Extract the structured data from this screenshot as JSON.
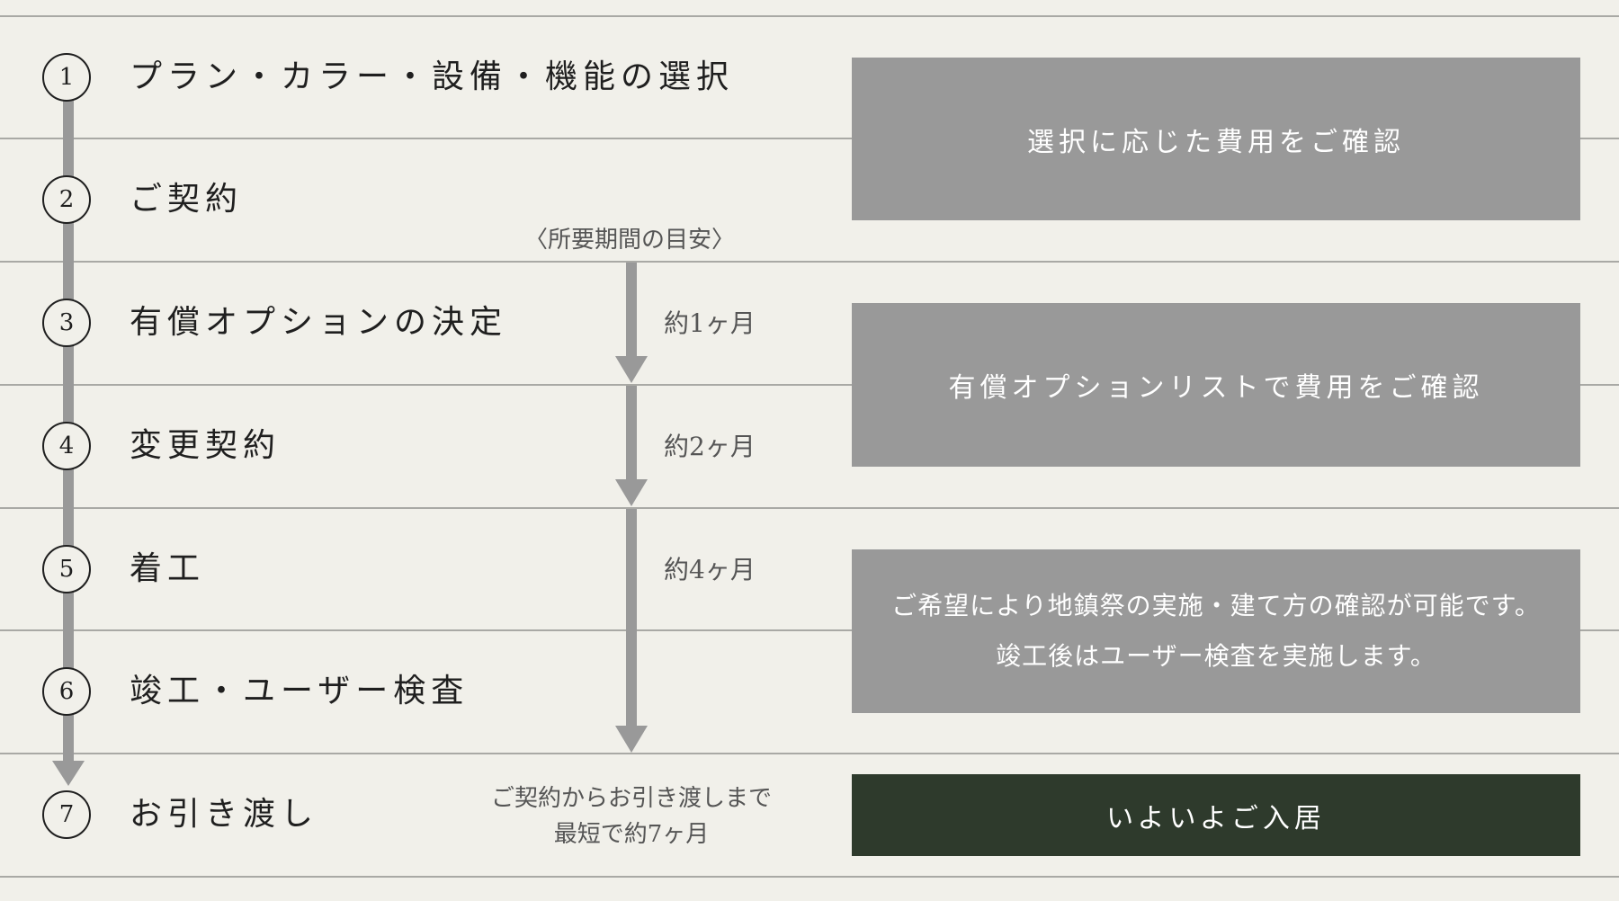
{
  "steps": [
    {
      "num": "1",
      "label": "プラン・カラー・設備・機能の選択"
    },
    {
      "num": "2",
      "label": "ご契約"
    },
    {
      "num": "3",
      "label": "有償オプションの決定"
    },
    {
      "num": "4",
      "label": "変更契約"
    },
    {
      "num": "5",
      "label": "着工"
    },
    {
      "num": "6",
      "label": "竣工・ユーザー検査"
    },
    {
      "num": "7",
      "label": "お引き渡し"
    }
  ],
  "period": {
    "title": "〈所要期間の目安〉",
    "durations": [
      "約1ヶ月",
      "約2ヶ月",
      "約4ヶ月"
    ],
    "summary_line1": "ご契約からお引き渡しまで",
    "summary_line2": "最短で約7ヶ月"
  },
  "notes": {
    "box1": "選択に応じた費用をご確認",
    "box2": "有償オプションリストで費用をご確認",
    "box3_line1": "ご希望により地鎮祭の実施・建て方の確認が可能です。",
    "box3_line2": "竣工後はユーザー検査を実施します。",
    "box4": "いよいよご入居"
  },
  "colors": {
    "background": "#f1f0ea",
    "box": "#999999",
    "box_dark": "#2e3a2c",
    "arrow": "#999999",
    "text": "#1f1f1f"
  }
}
